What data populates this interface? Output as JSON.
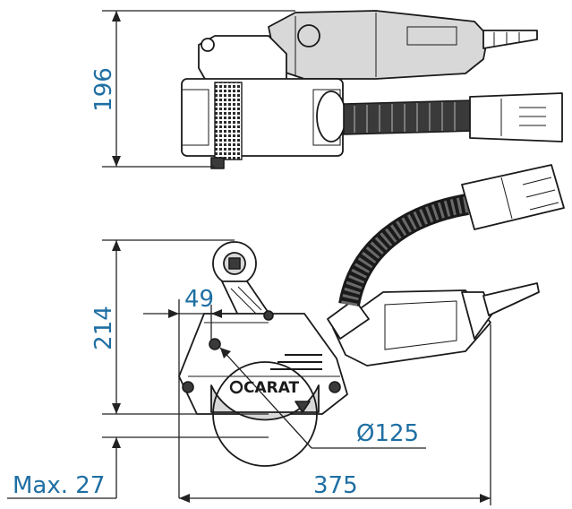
{
  "brand": "CARAT",
  "dimensions": {
    "height_top_view": "196",
    "height_side_view": "214",
    "offset": "49",
    "disc_diameter": "Ø125",
    "length": "375",
    "max_depth": "Max. 27"
  },
  "colors": {
    "dimension_text": "#1f6fa3",
    "line": "#1a1a1a",
    "fill_gray": "#d8d8d8",
    "fill_dark": "#3a3a3a"
  }
}
